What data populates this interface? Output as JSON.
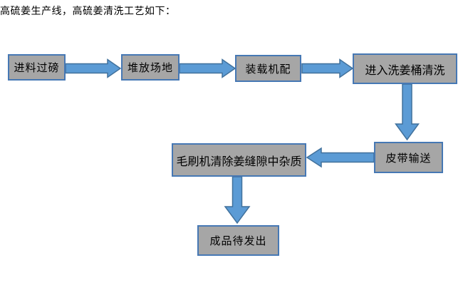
{
  "title": "高硫姜生产线，高硫姜清洗工艺如下：",
  "colors": {
    "box_fill": "#a6a6a6",
    "box_border": "#4678b4",
    "arrow_fill": "#5b9bd5",
    "arrow_border": "#41719c",
    "text_color": "#000000",
    "bg": "#ffffff"
  },
  "flowchart": {
    "type": "process-flow",
    "nodes": [
      {
        "id": "weigh-in",
        "label": "进料过磅"
      },
      {
        "id": "stacking-yard",
        "label": "堆放场地"
      },
      {
        "id": "loader-dispatch",
        "label": "装载机配"
      },
      {
        "id": "washing-barrel",
        "label": "进入洗姜桶清洗"
      },
      {
        "id": "belt-conveyor",
        "label": "皮带输送"
      },
      {
        "id": "brush-cleaning",
        "label": "毛刷机清除姜缝隙中杂质"
      },
      {
        "id": "finished-goods",
        "label": "成品待发出"
      }
    ],
    "edges": [
      {
        "from": "进料过磅",
        "to": "堆放场地",
        "direction": "right"
      },
      {
        "from": "堆放场地",
        "to": "装载机配",
        "direction": "right"
      },
      {
        "from": "装载机配",
        "to": "进入洗姜桶清洗",
        "direction": "right"
      },
      {
        "from": "进入洗姜桶清洗",
        "to": "皮带输送",
        "direction": "down"
      },
      {
        "from": "皮带输送",
        "to": "毛刷机清除姜缝隙中杂质",
        "direction": "left"
      },
      {
        "from": "毛刷机清除姜缝隙中杂质",
        "to": "成品待发出",
        "direction": "down"
      }
    ]
  }
}
